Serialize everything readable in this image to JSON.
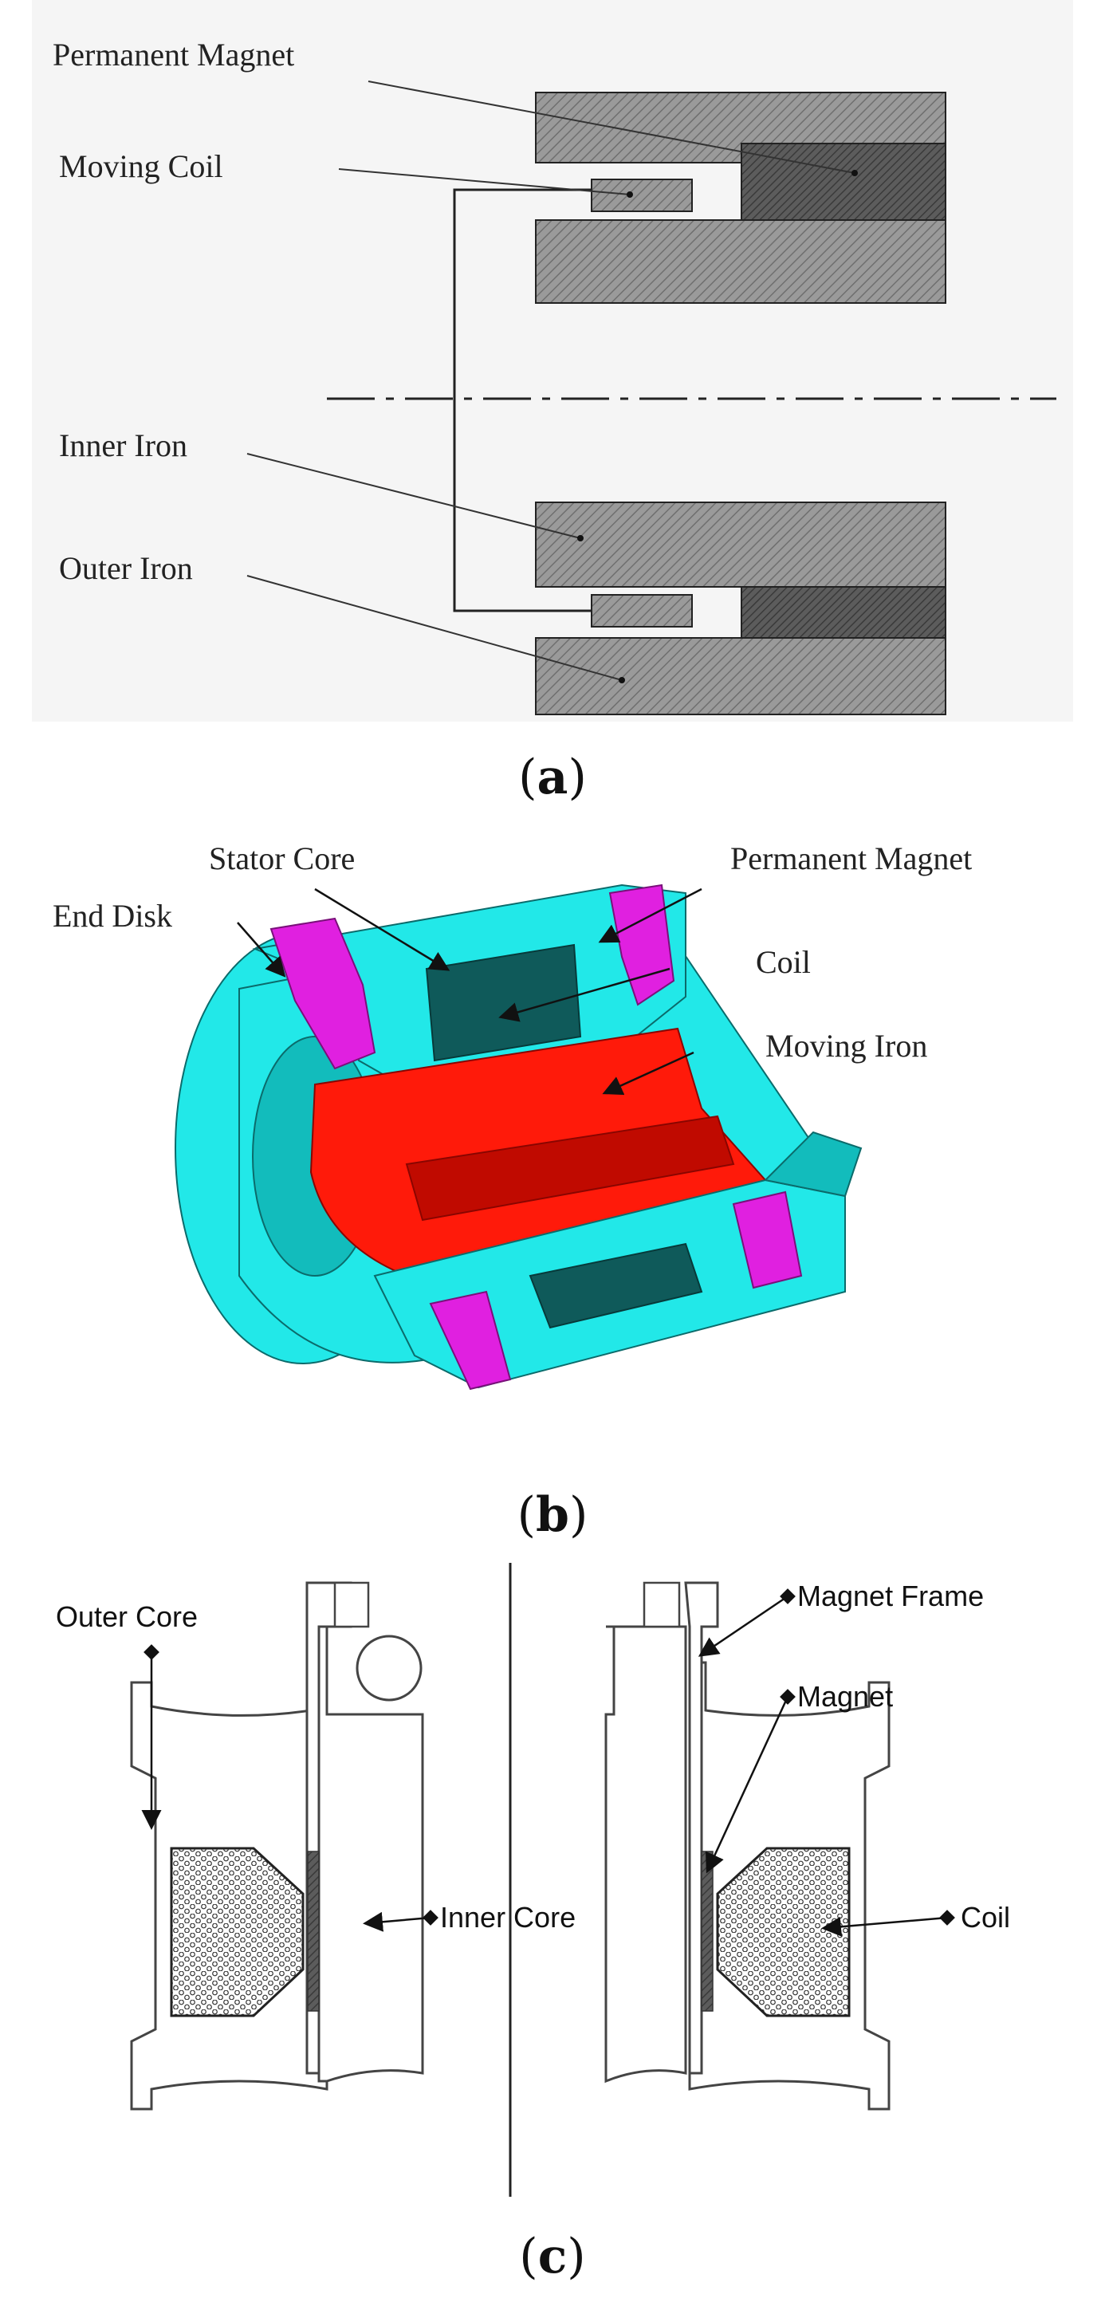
{
  "panel_a": {
    "caption_open": "(",
    "caption_letter": "a",
    "caption_close": ")",
    "labels": {
      "permanent_magnet": "Permanent Magnet",
      "moving_coil": "Moving Coil",
      "inner_iron": "Inner Iron",
      "outer_iron": "Outer Iron"
    }
  },
  "panel_b": {
    "caption_open": "(",
    "caption_letter": "b",
    "caption_close": ")",
    "labels": {
      "stator_core": "Stator Core",
      "permanent_magnet": "Permanent Magnet",
      "end_disk": "End Disk",
      "coil": "Coil",
      "moving_iron": "Moving Iron"
    },
    "colors": {
      "stator": "#22e8e8",
      "stator_dark": "#12bcbc",
      "magnet": "#e020e0",
      "moving_iron": "#ff1a0a",
      "moving_iron_dark": "#c00a00",
      "coil": "#0f5a5a"
    }
  },
  "panel_c": {
    "caption_open": "(",
    "caption_letter": "c",
    "caption_close": ")",
    "labels": {
      "outer_core": "Outer Core",
      "magnet_frame": "Magnet Frame",
      "magnet": "Magnet",
      "inner_core": "Inner Core",
      "coil": "Coil"
    }
  }
}
